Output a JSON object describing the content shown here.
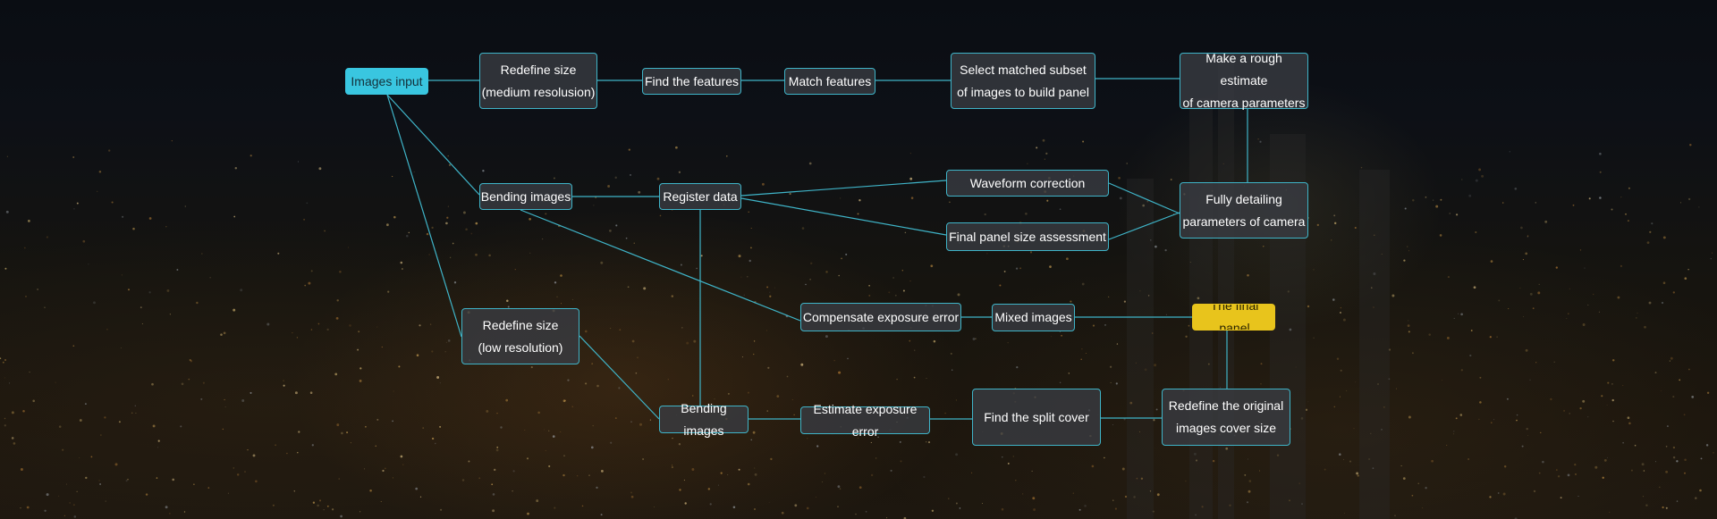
{
  "diagram": {
    "nodes": [
      {
        "id": "images_input",
        "label": "Images input",
        "style": "start"
      },
      {
        "id": "redefine_medium",
        "label": "Redefine size\n(medium resolusion)",
        "style": "normal"
      },
      {
        "id": "find_features",
        "label": "Find the features",
        "style": "normal"
      },
      {
        "id": "match_features",
        "label": "Match features",
        "style": "normal"
      },
      {
        "id": "select_subset",
        "label": "Select matched subset\nof images to build panel",
        "style": "normal"
      },
      {
        "id": "rough_estimate",
        "label": "Make a rough estimate\nof camera parameters",
        "style": "normal"
      },
      {
        "id": "bending_images_top",
        "label": "Bending images",
        "style": "normal"
      },
      {
        "id": "register_data",
        "label": "Register data",
        "style": "normal"
      },
      {
        "id": "waveform_correction",
        "label": "Waveform correction",
        "style": "normal"
      },
      {
        "id": "final_panel_size",
        "label": "Final panel size assessment",
        "style": "normal"
      },
      {
        "id": "fully_detailing",
        "label": "Fully detailing\nparameters of camera",
        "style": "normal"
      },
      {
        "id": "compensate_exposure",
        "label": "Compensate exposure error",
        "style": "normal"
      },
      {
        "id": "mixed_images",
        "label": "Mixed images",
        "style": "normal"
      },
      {
        "id": "final_panel",
        "label": "The final panel",
        "style": "final"
      },
      {
        "id": "redefine_low",
        "label": "Redefine size\n(low resolution)",
        "style": "normal"
      },
      {
        "id": "bending_images_bottom",
        "label": "Bending images",
        "style": "normal"
      },
      {
        "id": "estimate_exposure",
        "label": "Estimate exposure error",
        "style": "normal"
      },
      {
        "id": "find_split_cover",
        "label": "Find the split cover",
        "style": "normal"
      },
      {
        "id": "redefine_original",
        "label": "Redefine the original\nimages cover size",
        "style": "normal"
      }
    ],
    "edges": [
      [
        "images_input",
        "redefine_medium"
      ],
      [
        "redefine_medium",
        "find_features"
      ],
      [
        "find_features",
        "match_features"
      ],
      [
        "match_features",
        "select_subset"
      ],
      [
        "select_subset",
        "rough_estimate"
      ],
      [
        "rough_estimate",
        "fully_detailing"
      ],
      [
        "images_input",
        "bending_images_top"
      ],
      [
        "images_input",
        "redefine_low"
      ],
      [
        "bending_images_top",
        "register_data"
      ],
      [
        "register_data",
        "waveform_correction"
      ],
      [
        "register_data",
        "final_panel_size"
      ],
      [
        "waveform_correction",
        "fully_detailing"
      ],
      [
        "final_panel_size",
        "fully_detailing"
      ],
      [
        "bending_images_top",
        "compensate_exposure"
      ],
      [
        "register_data",
        "bending_images_bottom"
      ],
      [
        "compensate_exposure",
        "mixed_images"
      ],
      [
        "mixed_images",
        "final_panel"
      ],
      [
        "redefine_low",
        "bending_images_bottom"
      ],
      [
        "bending_images_bottom",
        "estimate_exposure"
      ],
      [
        "estimate_exposure",
        "find_split_cover"
      ],
      [
        "find_split_cover",
        "redefine_original"
      ],
      [
        "redefine_original",
        "final_panel"
      ]
    ],
    "colors": {
      "edge": "#3fb4c8",
      "node_border": "#3fb4c8",
      "start_fill": "#39c6e0",
      "final_fill": "#e8c41c"
    }
  }
}
